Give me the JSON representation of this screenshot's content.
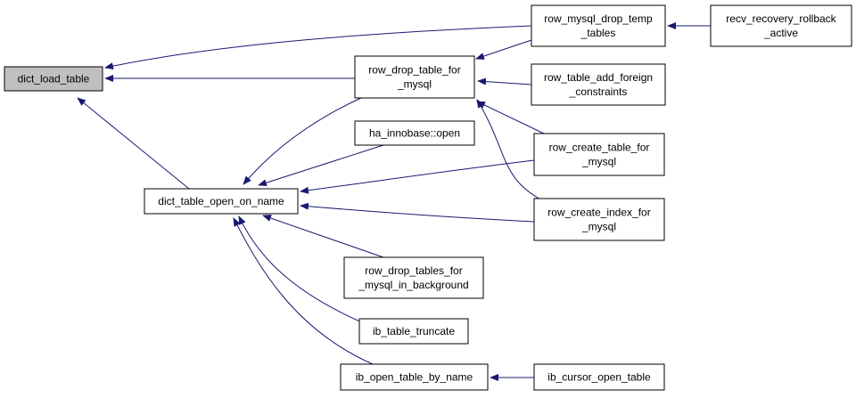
{
  "colors": {
    "edge": "#191970",
    "root_fill": "#bfbfbf",
    "node_fill": "#ffffff",
    "node_border": "#000000"
  },
  "nodes": [
    {
      "id": "dict_load_table",
      "lines": [
        "dict_load_table"
      ],
      "root": true
    },
    {
      "id": "dict_table_open_on_name",
      "lines": [
        "dict_table_open_on_name"
      ]
    },
    {
      "id": "row_drop_table_for_mysql",
      "lines": [
        "row_drop_table_for",
        "_mysql"
      ]
    },
    {
      "id": "row_mysql_drop_temp_tables",
      "lines": [
        "row_mysql_drop_temp",
        "_tables"
      ]
    },
    {
      "id": "recv_recovery_rollback_active",
      "lines": [
        "recv_recovery_rollback",
        "_active"
      ]
    },
    {
      "id": "row_table_add_foreign_constraints",
      "lines": [
        "row_table_add_foreign",
        "_constraints"
      ]
    },
    {
      "id": "ha_innobase_open",
      "lines": [
        "ha_innobase::open"
      ]
    },
    {
      "id": "row_create_table_for_mysql",
      "lines": [
        "row_create_table_for",
        "_mysql"
      ]
    },
    {
      "id": "row_create_index_for_mysql",
      "lines": [
        "row_create_index_for",
        "_mysql"
      ]
    },
    {
      "id": "row_drop_tables_for_mysql_in_background",
      "lines": [
        "row_drop_tables_for",
        "_mysql_in_background"
      ]
    },
    {
      "id": "ib_table_truncate",
      "lines": [
        "ib_table_truncate"
      ]
    },
    {
      "id": "ib_open_table_by_name",
      "lines": [
        "ib_open_table_by_name"
      ]
    },
    {
      "id": "ib_cursor_open_table",
      "lines": [
        "ib_cursor_open_table"
      ]
    }
  ],
  "edges": [
    {
      "from": "row_mysql_drop_temp_tables",
      "to": "dict_load_table"
    },
    {
      "from": "row_drop_table_for_mysql",
      "to": "dict_load_table"
    },
    {
      "from": "dict_table_open_on_name",
      "to": "dict_load_table"
    },
    {
      "from": "recv_recovery_rollback_active",
      "to": "row_mysql_drop_temp_tables"
    },
    {
      "from": "row_mysql_drop_temp_tables",
      "to": "row_drop_table_for_mysql"
    },
    {
      "from": "row_table_add_foreign_constraints",
      "to": "row_drop_table_for_mysql"
    },
    {
      "from": "row_create_table_for_mysql",
      "to": "row_drop_table_for_mysql"
    },
    {
      "from": "row_create_index_for_mysql",
      "to": "row_drop_table_for_mysql"
    },
    {
      "from": "row_drop_table_for_mysql",
      "to": "dict_table_open_on_name"
    },
    {
      "from": "ha_innobase_open",
      "to": "dict_table_open_on_name"
    },
    {
      "from": "row_create_table_for_mysql",
      "to": "dict_table_open_on_name"
    },
    {
      "from": "row_create_index_for_mysql",
      "to": "dict_table_open_on_name"
    },
    {
      "from": "row_drop_tables_for_mysql_in_background",
      "to": "dict_table_open_on_name"
    },
    {
      "from": "ib_table_truncate",
      "to": "dict_table_open_on_name"
    },
    {
      "from": "ib_open_table_by_name",
      "to": "dict_table_open_on_name"
    },
    {
      "from": "ib_cursor_open_table",
      "to": "ib_open_table_by_name"
    }
  ]
}
